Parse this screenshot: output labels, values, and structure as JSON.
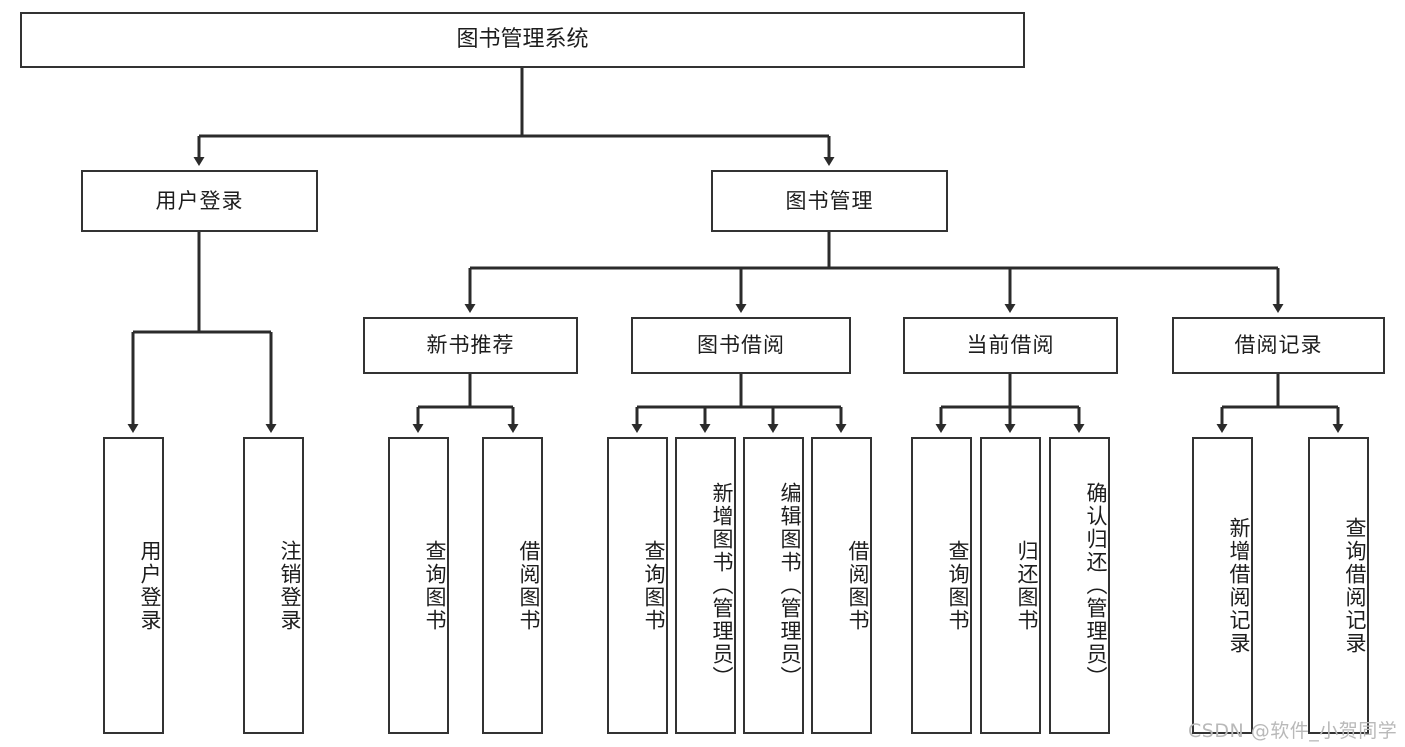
{
  "diagram": {
    "title": "图书管理系统",
    "type": "tree",
    "stroke_color": "#333333",
    "fill_color": "#ffffff",
    "text_color": "#1d1d1d"
  },
  "root": {
    "label": "图书管理系统"
  },
  "level2": [
    {
      "label": "用户登录"
    },
    {
      "label": "图书管理"
    }
  ],
  "level3": [
    {
      "label": "新书推荐"
    },
    {
      "label": "图书借阅"
    },
    {
      "label": "当前借阅"
    },
    {
      "label": "借阅记录"
    }
  ],
  "leaves": {
    "user_login": [
      {
        "label": "用户登录"
      },
      {
        "label": "注销登录"
      }
    ],
    "new_book": [
      {
        "label": "查询图书"
      },
      {
        "label": "借阅图书"
      }
    ],
    "book_borrow": [
      {
        "label": "查询图书"
      },
      {
        "label": "新增图书（管理员）"
      },
      {
        "label": "编辑图书（管理员）"
      },
      {
        "label": "借阅图书"
      }
    ],
    "current_borrow": [
      {
        "label": "查询图书"
      },
      {
        "label": "归还图书"
      },
      {
        "label": "确认归还（管理员）"
      }
    ],
    "borrow_record": [
      {
        "label": "新增借阅记录"
      },
      {
        "label": "查询借阅记录"
      }
    ]
  },
  "watermark": {
    "text": "CSDN @软件_小贺同学"
  }
}
